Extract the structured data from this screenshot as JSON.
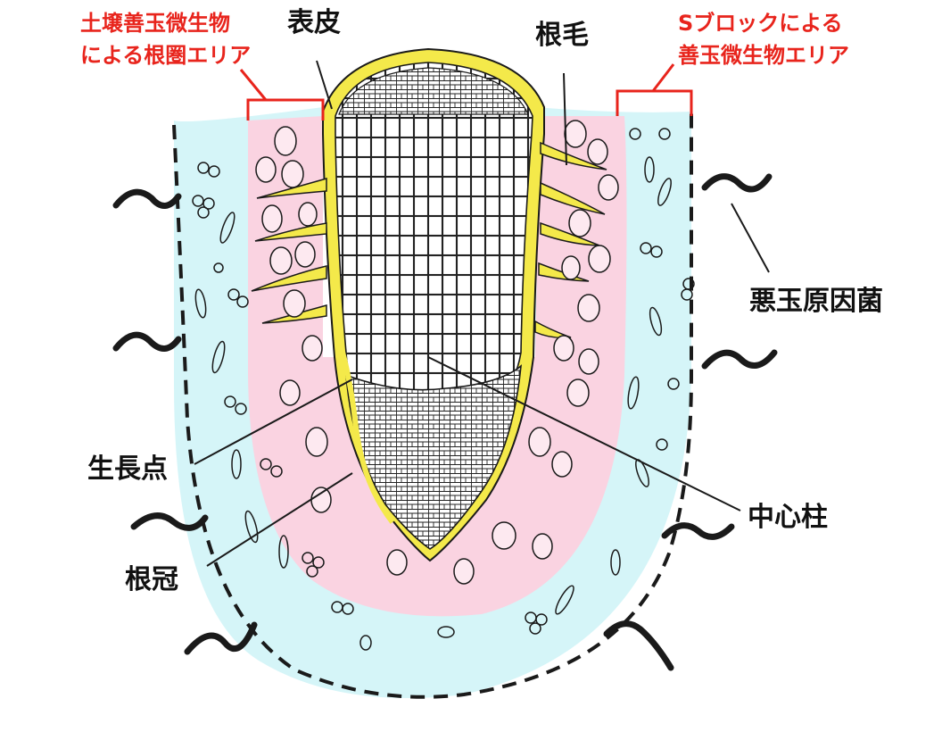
{
  "labels": {
    "soil_area": [
      "土壌善玉微生物",
      "による根圏エリア"
    ],
    "epidermis": "表皮",
    "root_hair": "根毛",
    "s_block_area": [
      "Sブロックによる",
      "善玉微生物エリア"
    ],
    "pathogen": "悪玉原因菌",
    "growing_point": "生長点",
    "stele": "中心柱",
    "root_cap": "根冠"
  },
  "colors": {
    "label_red": "#e8241c",
    "label_black": "#111111",
    "s_block_zone": "#d5f5f8",
    "rhizosphere_zone": "#fad3e1",
    "epidermis_yellow": "#f4e94a",
    "outline": "#1a1a1a"
  },
  "icons": {
    "pathogen": "squiggle-bacterium-icon",
    "microbe": "cell-microbe-icon"
  }
}
